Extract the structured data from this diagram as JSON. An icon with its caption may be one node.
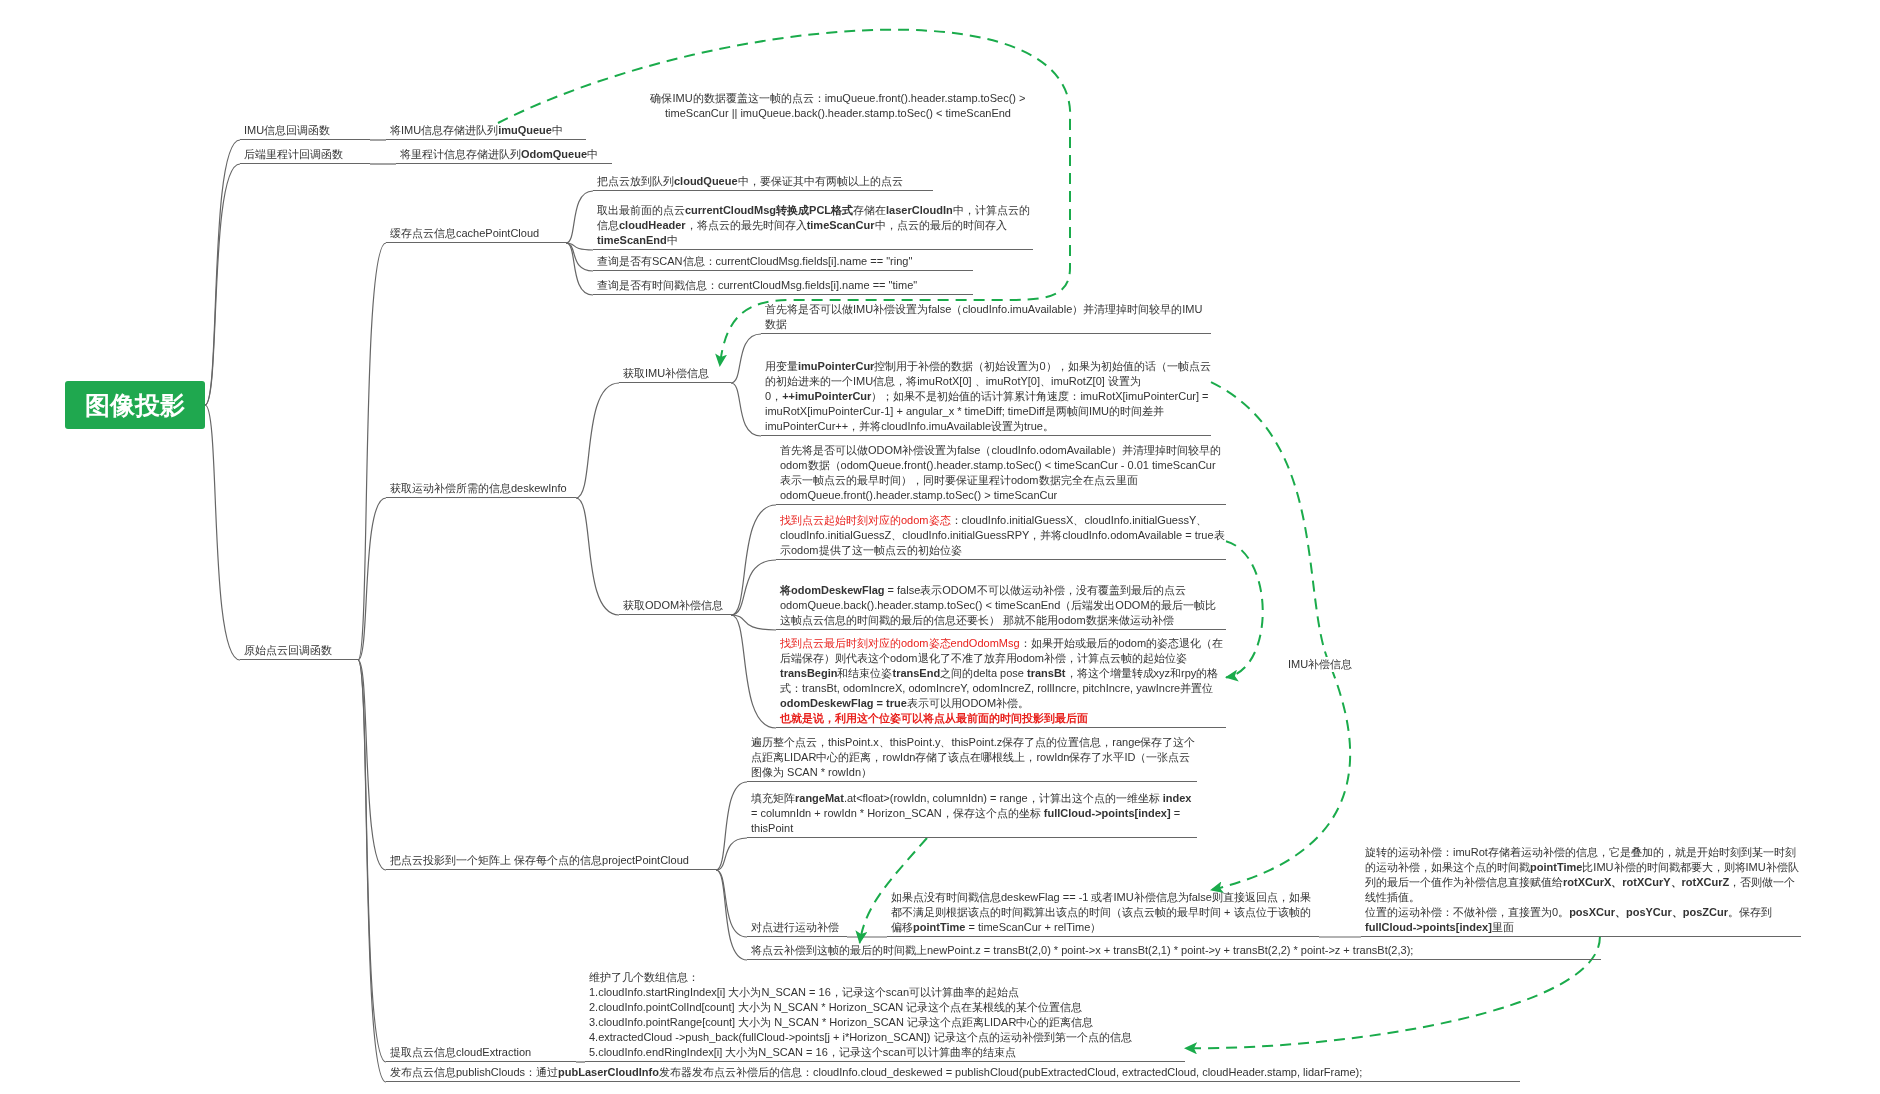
{
  "diagram": {
    "nodes": [
      {
        "text": [
          "图像投影"
        ]
      },
      {
        "text": [
          "IMU信息回调函数"
        ]
      },
      {
        "text": [
          "将IMU信息存储进队列**imuQueue**中"
        ]
      },
      {
        "text": [
          "后端里程计回调函数"
        ]
      },
      {
        "text": [
          "将里程计信息存储进队列**OdomQueue**中"
        ]
      },
      {
        "text": [
          "原始点云回调函数"
        ]
      },
      {
        "text": [
          "缓存点云信息cachePointCloud"
        ]
      },
      {
        "text": [
          "把点云放到队列**cloudQueue**中，要保证其中有两帧以上的点云"
        ]
      },
      {
        "text": [
          "取出最前面的点云**currentCloudMsg转换成PCL格式**存储在**laserCloudIn**中，计算点云的信息**cloudHeader**，将点云的最先时间存入**timeScanCur**中，点云的最后的时间存入**timeScanEnd**中"
        ]
      },
      {
        "text": [
          "查询是否有SCAN信息：currentCloudMsg.fields[i].name == \"ring\""
        ]
      },
      {
        "text": [
          "查询是否有时间戳信息：currentCloudMsg.fields[i].name == \"time\""
        ]
      },
      {
        "text": [
          "获取运动补偿所需的信息deskewInfo"
        ]
      },
      {
        "text": [
          "获取IMU补偿信息"
        ]
      },
      {
        "text": [
          "首先将是否可以做IMU补偿设置为false（cloudInfo.imuAvailable）并清理掉时间较早的IMU数据"
        ]
      },
      {
        "text": [
          "用变量**imuPointerCur**控制用于补偿的数据（初始设置为0），如果为初始值的话（一帧点云的初始进来的一个IMU信息，将imuRotX[0] 、imuRotY[0]、imuRotZ[0] 设置为0，**++imuPointerCur**）；如果不是初始值的话计算累计角速度：imuRotX[imuPointerCur] = imuRotX[imuPointerCur-1] + angular_x * timeDiff; timeDiff是两帧间IMU的时间差并imuPointerCur++，并将cloudInfo.imuAvailable设置为true。"
        ]
      },
      {
        "text": [
          "获取ODOM补偿信息"
        ]
      },
      {
        "text": [
          "首先将是否可以做ODOM补偿设置为false（cloudInfo.odomAvailable）并清理掉时间较早的odom数据（odomQueue.front().header.stamp.toSec() < timeScanCur - 0.01  timeScanCur表示一帧点云的最早时间），同时要保证里程计odom数据完全在点云里面odomQueue.front().header.stamp.toSec() > timeScanCur"
        ]
      },
      {
        "text": [
          "找到点云起始时刻对应的odom姿态",
          "：cloudInfo.initialGuessX、cloudInfo.initialGuessY、cloudInfo.initialGuessZ、cloudInfo.initialGuessRPY，并将cloudInfo.odomAvailable = true表示odom提供了这一帧点云的初始位姿"
        ]
      },
      {
        "text": [
          "**将odomDeskewFlag** = false表示ODOM不可以做运动补偿，没有覆盖到最后的点云odomQueue.back().header.stamp.toSec() < timeScanEnd（后端发出ODOM的最后一帧比这帧点云信息的时间戳的最后的信息还要长） 那就不能用odom数据来做运动补偿"
        ]
      },
      {
        "text": [
          "找到点云最后时刻对应的odom姿态endOdomMsg",
          "：如果开始或最后的odom的姿态退化（在后端保存）则代表这个odom退化了不准了放弃用odom补偿，计算点云帧的起始位姿**transBegin**和结束位姿**transEnd**之间的delta pose **transBt**，将这个增量转成xyz和rpy的格式：transBt, odomIncreX, odomIncreY, odomIncreZ, rollIncre, pitchIncre, yawIncre并置位**odomDeskewFlag = true**表示可以用ODOM补偿。",
          "也就是说，利用这个位姿可以将点从最前面的时间投影到最后面"
        ]
      },
      {
        "text": [
          "把点云投影到一个矩阵上 保存每个点的信息projectPointCloud"
        ]
      },
      {
        "text": [
          "遍历整个点云，thisPoint.x、thisPoint.y、thisPoint.z保存了点的位置信息，range保存了这个点距离LIDAR中心的距离，rowIdn存储了该点在哪根线上，rowIdn保存了水平ID（一张点云图像为 SCAN * rowIdn）"
        ]
      },
      {
        "text": [
          "填充矩阵**rangeMat**.at<float>(rowIdn, columnIdn) = range，计算出这个点的一维坐标  **index** = columnIdn + rowIdn * Horizon_SCAN，保存这个点的坐标 **fullCloud->points[index]** = thisPoint"
        ]
      },
      {
        "text": [
          "对点进行运动补偿"
        ]
      },
      {
        "text": [
          "如果点没有时间戳信息deskewFlag == -1 或者IMU补偿信息为false则直接返回点，如果都不满足则根据该点的时间戳算出该点的时间（该点云帧的最早时间 + 该点位于该帧的偏移**pointTime** = timeScanCur + relTime）"
        ]
      },
      {
        "text": [
          "旋转的运动补偿：imuRot存储着运动补偿的信息，它是叠加的，就是开始时刻到某一时刻的运动补偿，如果这个点的时间戳**pointTime**比IMU补偿的时间戳都要大，则将IMU补偿队列的最后一个值作为补偿信息直接赋值给**rotXCurX、rotXCurY、rotXCurZ**，否则做一个线性插值。",
          "位置的运动补偿：不做补偿，直接置为0。**posXCur、posYCur、posZCur**。保存到**fullCloud->points[index]**里面"
        ]
      },
      {
        "text": [
          "将点云补偿到这帧的最后的时间戳上newPoint.z = transBt(2,0) * point->x + transBt(2,1) * point->y + transBt(2,2) * point->z + transBt(2,3);"
        ]
      },
      {
        "text": [
          "提取点云信息cloudExtraction"
        ]
      },
      {
        "text": [
          "维护了几个数组信息：",
          "1.cloudInfo.startRingIndex[i] 大小为N_SCAN = 16，记录这个scan可以计算曲率的起始点",
          "2.cloudInfo.pointColInd[count] 大小为 N_SCAN * Horizon_SCAN 记录这个点在某根线的某个位置信息",
          "3.cloudInfo.pointRange[count] 大小为 N_SCAN * Horizon_SCAN 记录这个点距离LIDAR中心的距离信息",
          "4.extractedCloud ->push_back(fullCloud->points[j + i*Horizon_SCAN])  记录这个点的运动补偿到第一个点的信息",
          "5.cloudInfo.endRingIndex[i] 大小为N_SCAN = 16，记录这个scan可以计算曲率的结束点"
        ]
      },
      {
        "text": [
          "发布点云信息publishClouds：通过**pubLaserCloudInfo**发布器发布点云补偿后的信息：cloudInfo.cloud_deskewed  = publishCloud(pubExtractedCloud, extractedCloud, cloudHeader.stamp, lidarFrame);"
        ]
      }
    ],
    "edges": [
      {
        "from": 0,
        "to": 1,
        "arrow": "none"
      },
      {
        "from": 0,
        "to": 3,
        "arrow": "none"
      },
      {
        "from": 0,
        "to": 5,
        "arrow": "none"
      },
      {
        "from": 1,
        "to": 2,
        "arrow": "none"
      },
      {
        "from": 3,
        "to": 4,
        "arrow": "none"
      },
      {
        "from": 5,
        "to": 6,
        "arrow": "none"
      },
      {
        "from": 5,
        "to": 11,
        "arrow": "none"
      },
      {
        "from": 5,
        "to": 20,
        "arrow": "none"
      },
      {
        "from": 5,
        "to": 27,
        "arrow": "none"
      },
      {
        "from": 5,
        "to": 29,
        "arrow": "none"
      },
      {
        "from": 6,
        "to": 7,
        "arrow": "none"
      },
      {
        "from": 6,
        "to": 8,
        "arrow": "none"
      },
      {
        "from": 6,
        "to": 9,
        "arrow": "none"
      },
      {
        "from": 6,
        "to": 10,
        "arrow": "none"
      },
      {
        "from": 11,
        "to": 12,
        "arrow": "none"
      },
      {
        "from": 11,
        "to": 15,
        "arrow": "none"
      },
      {
        "from": 12,
        "to": 13,
        "arrow": "none"
      },
      {
        "from": 12,
        "to": 14,
        "arrow": "none"
      },
      {
        "from": 15,
        "to": 16,
        "arrow": "none"
      },
      {
        "from": 15,
        "to": 17,
        "arrow": "none"
      },
      {
        "from": 15,
        "to": 18,
        "arrow": "none"
      },
      {
        "from": 15,
        "to": 19,
        "arrow": "none"
      },
      {
        "from": 20,
        "to": 21,
        "arrow": "none"
      },
      {
        "from": 20,
        "to": 22,
        "arrow": "none"
      },
      {
        "from": 20,
        "to": 23,
        "arrow": "none"
      },
      {
        "from": 20,
        "to": 26,
        "arrow": "none"
      },
      {
        "from": 23,
        "to": 24,
        "arrow": "none"
      },
      {
        "from": 24,
        "to": 25,
        "arrow": "none"
      },
      {
        "from": 27,
        "to": 28,
        "arrow": "none"
      },
      {
        "from": 2,
        "to": 12,
        "arrow": "to",
        "label": "确保IMU的数据覆盖这一帧的点云：imuQueue.front().header.stamp.toSec() > timeScanCur || imuQueue.back().header.stamp.toSec() < timeScanEnd",
        "style": "dashed",
        "color": "#1aab4b"
      },
      {
        "from": 14,
        "to": 24,
        "arrow": "to",
        "label": "IMU补偿信息",
        "style": "dashed",
        "color": "#1aab4b"
      },
      {
        "from": 17,
        "to": 19,
        "arrow": "to",
        "style": "dashed",
        "color": "#1aab4b"
      },
      {
        "from": 22,
        "to": 26,
        "arrow": "to",
        "style": "dashed",
        "color": "#1aab4b"
      },
      {
        "from": 25,
        "to": 28,
        "arrow": "to",
        "style": "dashed",
        "color": "#1aab4b"
      }
    ]
  }
}
